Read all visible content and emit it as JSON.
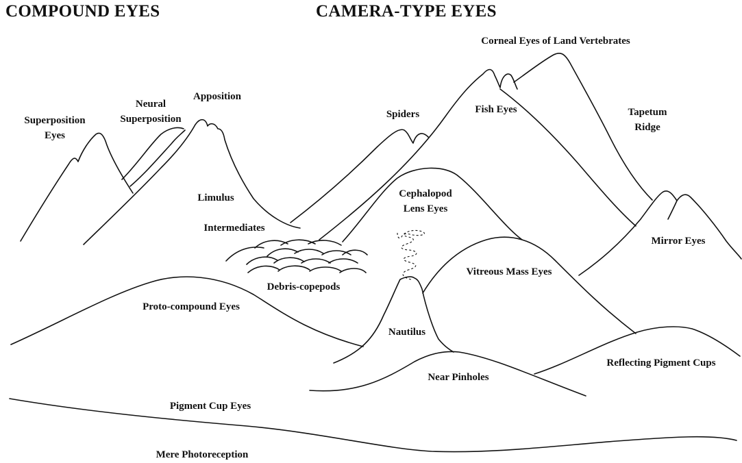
{
  "headings": {
    "compound": "COMPOUND EYES",
    "camera": "CAMERA-TYPE EYES"
  },
  "labels": {
    "superposition_1": "Superposition",
    "superposition_2": "Eyes",
    "neural_1": "Neural",
    "neural_2": "Superposition",
    "apposition": "Apposition",
    "limulus": "Limulus",
    "intermediates": "Intermediates",
    "debris": "Debris-copepods",
    "proto": "Proto-compound Eyes",
    "spiders": "Spiders",
    "fish": "Fish Eyes",
    "corneal": "Corneal Eyes of Land Vertebrates",
    "tapetum_1": "Tapetum",
    "tapetum_2": "Ridge",
    "cephalopod_1": "Cephalopod",
    "cephalopod_2": "Lens Eyes",
    "mirror": "Mirror Eyes",
    "vitreous": "Vitreous Mass Eyes",
    "nautilus": "Nautilus",
    "reflecting": "Reflecting Pigment Cups",
    "pinholes": "Near Pinholes",
    "pigment_cup": "Pigment Cup Eyes",
    "photoreception": "Mere Photoreception"
  }
}
